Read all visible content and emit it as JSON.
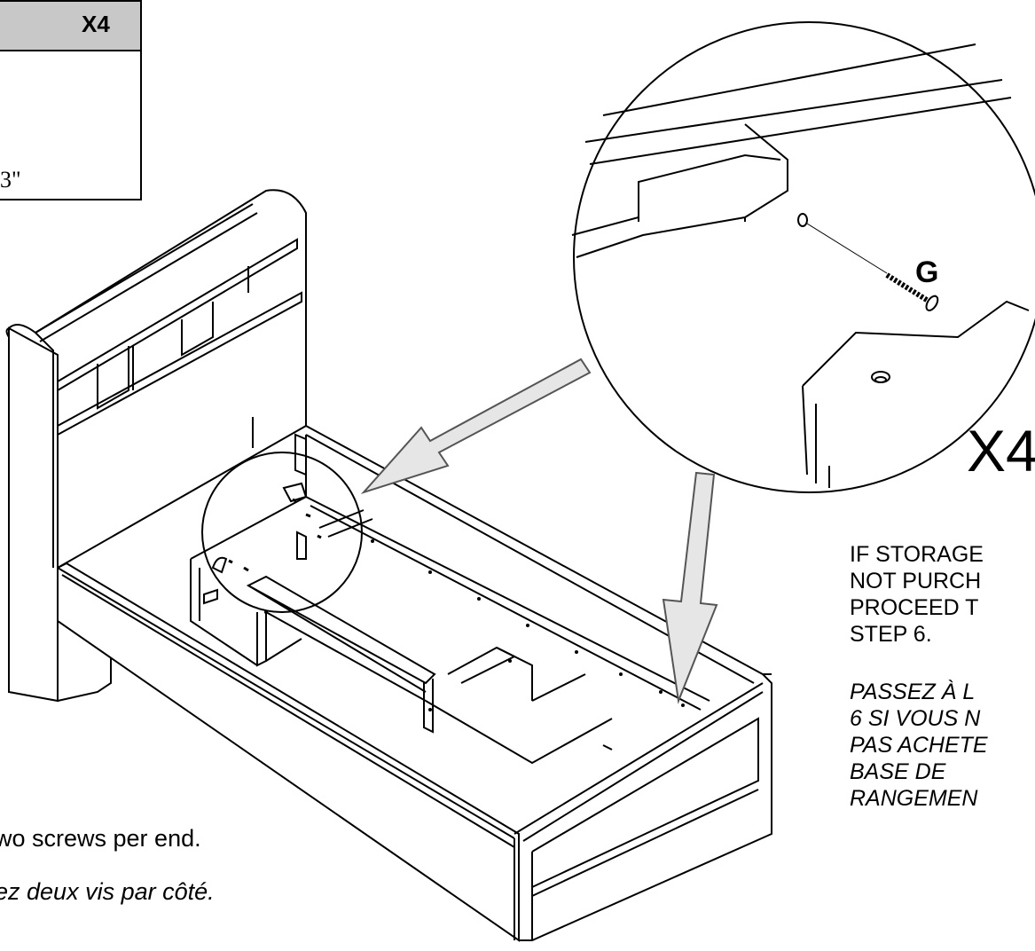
{
  "hardware": {
    "quantity": "X4",
    "size": "3\"",
    "icon": "screw-icon"
  },
  "zoom": {
    "part_letter": "G",
    "quantity": "X4"
  },
  "storage_note": {
    "en": [
      "IF STORAGE",
      "NOT PURCH",
      "PROCEED T",
      "STEP 6."
    ],
    "fr": [
      "PASSEZ À L",
      "6 SI VOUS N",
      "PAS ACHETE",
      "BASE DE",
      "RANGEMEN"
    ]
  },
  "instructions": {
    "en": "wo screws per end.",
    "fr": "ez deux vis par côté."
  }
}
